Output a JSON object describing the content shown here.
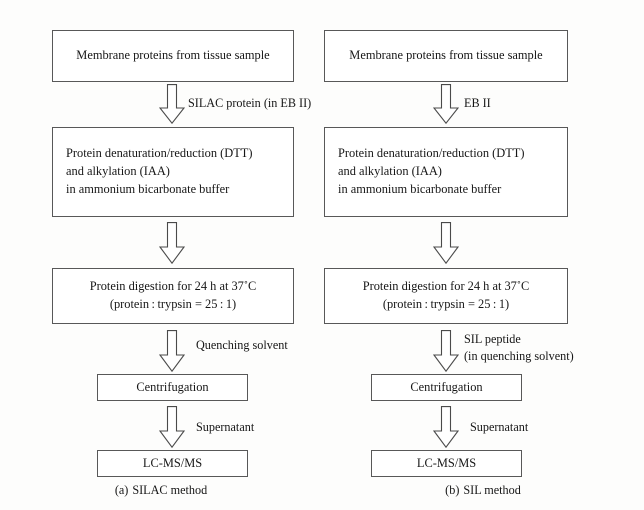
{
  "figure": {
    "background": "#fdfdfc",
    "box_border_color": "#585858",
    "arrow_outline_color": "#4a4a4a",
    "arrow_fill_color": "#ffffff",
    "text_color": "#161616"
  },
  "panels": [
    {
      "id": "a",
      "caption_tag": "(a)",
      "caption_text": "SILAC method",
      "nodes": [
        {
          "name": "membrane-proteins",
          "align": "center",
          "lines": [
            "Membrane proteins from tissue sample"
          ]
        },
        {
          "name": "denaturation",
          "align": "left",
          "lines": [
            "Protein denaturation/reduction (DTT)",
            "and alkylation (IAA)",
            "in ammonium bicarbonate buffer"
          ]
        },
        {
          "name": "digestion",
          "align": "center",
          "lines": [
            "Protein digestion for 24 h at 37˚C",
            "(protein : trypsin = 25 : 1)"
          ]
        },
        {
          "name": "centrifugation",
          "align": "center",
          "lines": [
            "Centrifugation"
          ]
        },
        {
          "name": "lc-ms-ms",
          "align": "center",
          "lines": [
            "LC-MS/MS"
          ]
        }
      ],
      "edges": [
        {
          "name": "edge-silac-protein",
          "lines": [
            "SILAC protein (in EB II)"
          ]
        },
        {
          "name": "edge-unlabeled-1",
          "lines": []
        },
        {
          "name": "edge-quenching-solvent",
          "lines": [
            "Quenching solvent"
          ]
        },
        {
          "name": "edge-supernatant",
          "lines": [
            "Supernatant"
          ]
        }
      ]
    },
    {
      "id": "b",
      "caption_tag": "(b)",
      "caption_text": "SIL method",
      "nodes": [
        {
          "name": "membrane-proteins",
          "align": "center",
          "lines": [
            "Membrane proteins from tissue sample"
          ]
        },
        {
          "name": "denaturation",
          "align": "left",
          "lines": [
            "Protein denaturation/reduction (DTT)",
            "and alkylation (IAA)",
            "in ammonium bicarbonate buffer"
          ]
        },
        {
          "name": "digestion",
          "align": "center",
          "lines": [
            "Protein digestion for 24 h at 37˚C",
            "(protein : trypsin = 25 : 1)"
          ]
        },
        {
          "name": "centrifugation",
          "align": "center",
          "lines": [
            "Centrifugation"
          ]
        },
        {
          "name": "lc-ms-ms",
          "align": "center",
          "lines": [
            "LC-MS/MS"
          ]
        }
      ],
      "edges": [
        {
          "name": "edge-eb-ii",
          "lines": [
            "EB II"
          ]
        },
        {
          "name": "edge-unlabeled-1",
          "lines": []
        },
        {
          "name": "edge-sil-peptide",
          "lines": [
            "SIL peptide",
            "(in quenching solvent)"
          ]
        },
        {
          "name": "edge-supernatant",
          "lines": [
            "Supernatant"
          ]
        }
      ]
    }
  ]
}
